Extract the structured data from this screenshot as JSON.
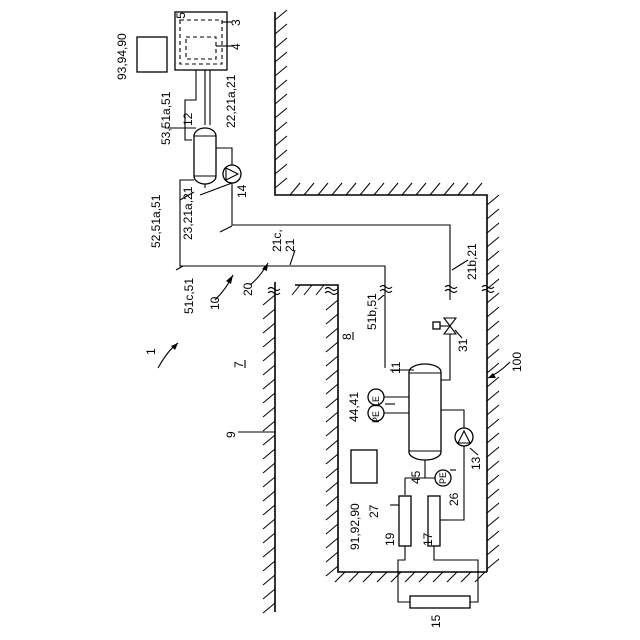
{
  "labels": {
    "system": "1",
    "unit_5": "5",
    "unit_3": "3",
    "unit_4": "4",
    "ctrl": "93,94,90",
    "tank12": "53,51a,51",
    "tank12_num": "12",
    "pipe22": "22,21a,21",
    "pump14": "14",
    "pipe23": "23,21a,21",
    "pipe52": "52,51a,51",
    "pipe21c": "21c,",
    "pipe21c_b": "21",
    "pipe21b": "21b,21",
    "pipe51c": "51c,51",
    "system10": "10",
    "system20": "20",
    "pipe51b": "51b,51",
    "valve31": "31",
    "room8": "8",
    "room7": "7",
    "wall9": "9",
    "tank11": "11",
    "system100": "100",
    "sensor44": "44,41",
    "pump13": "13",
    "sensor45": "45",
    "box91": "91,92,90",
    "pipe27": "27",
    "pipe26": "26",
    "unit19": "19",
    "unit17": "17",
    "unit15": "15",
    "pele": "PE",
    "le": "LE",
    "pe2": "PE"
  }
}
